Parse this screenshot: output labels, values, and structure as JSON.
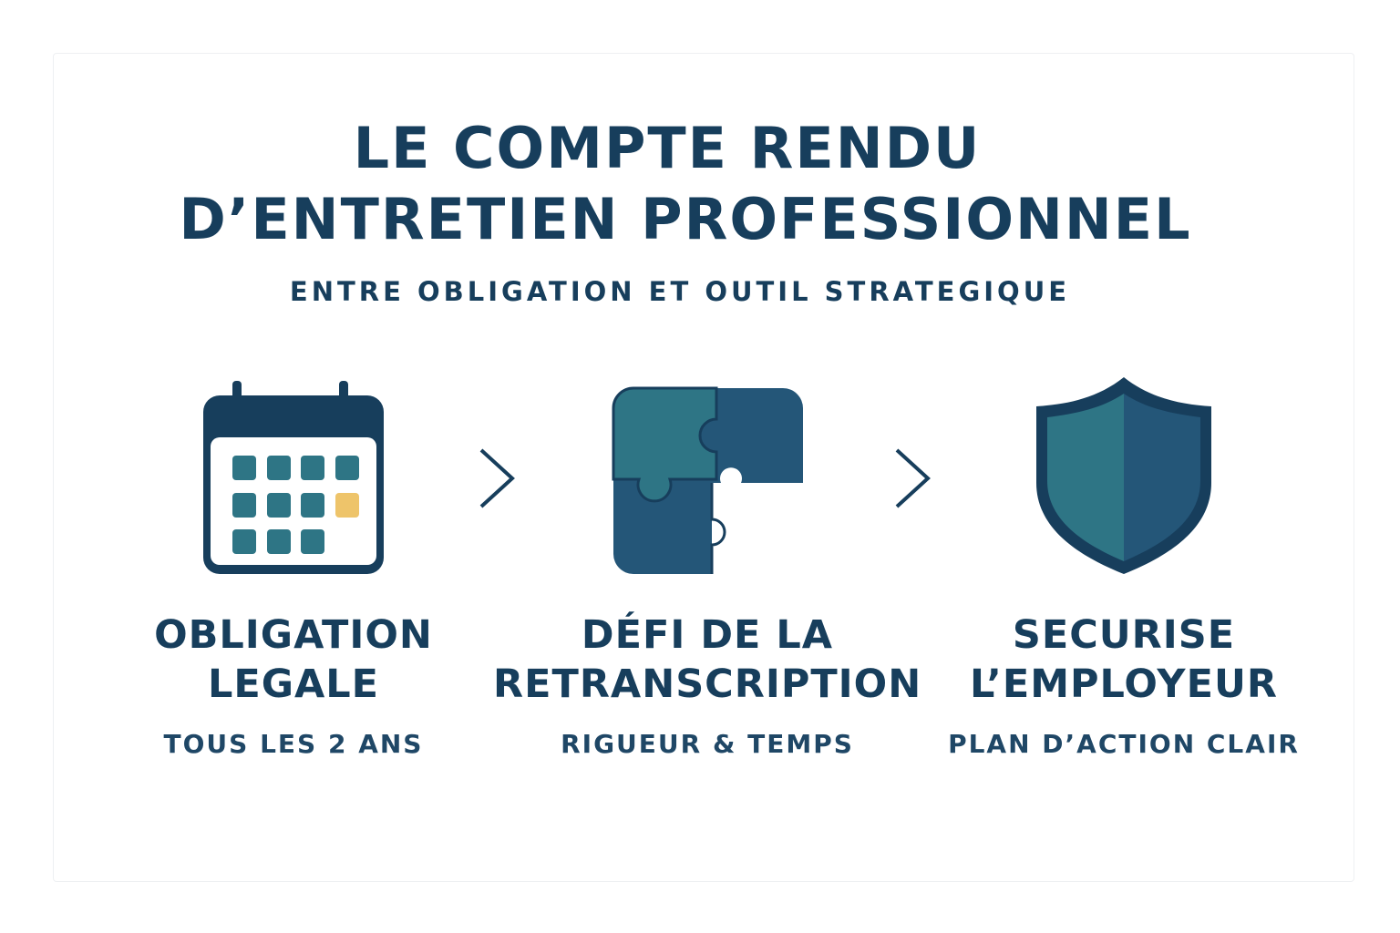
{
  "title": {
    "line1": "LE COMPTE RENDU",
    "line2": "D’ENTRETIEN PROFESSIONNEL"
  },
  "subtitle": "ENTRE OBLIGATION ET OUTIL STRATEGIQUE",
  "steps": [
    {
      "icon": "calendar-icon",
      "heading1": "OBLIGATION",
      "heading2": "LEGALE",
      "detail": "TOUS LES 2 ANS"
    },
    {
      "icon": "puzzle-icon",
      "heading1": "DÉFI DE LA",
      "heading2": "RETRANSCRIPTION",
      "detail": "RIGUEUR & TEMPS"
    },
    {
      "icon": "shield-icon",
      "heading1": "SECURISE",
      "heading2": "L’EMPLOYEUR",
      "detail": "PLAN D’ACTION CLAIR"
    }
  ],
  "colors": {
    "navy": "#173e5c",
    "teal": "#2e7585",
    "blue": "#245678",
    "highlight": "#eec46a"
  }
}
